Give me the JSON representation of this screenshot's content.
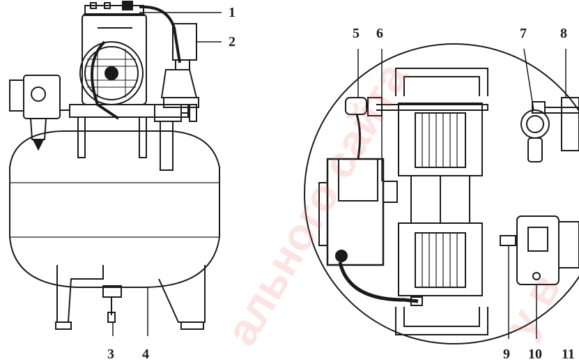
{
  "callouts": {
    "c1": "1",
    "c2": "2",
    "c3": "3",
    "c4": "4",
    "c5": "5",
    "c6": "6",
    "c7": "7",
    "c8": "8",
    "c9": "9",
    "c10": "10",
    "c11": "11"
  },
  "watermark": {
    "text": "ального сайта",
    "text2": "у в"
  },
  "colors": {
    "line": "#1a1a1a",
    "paper": "#ffffff",
    "watermark": "#e85a4a"
  }
}
